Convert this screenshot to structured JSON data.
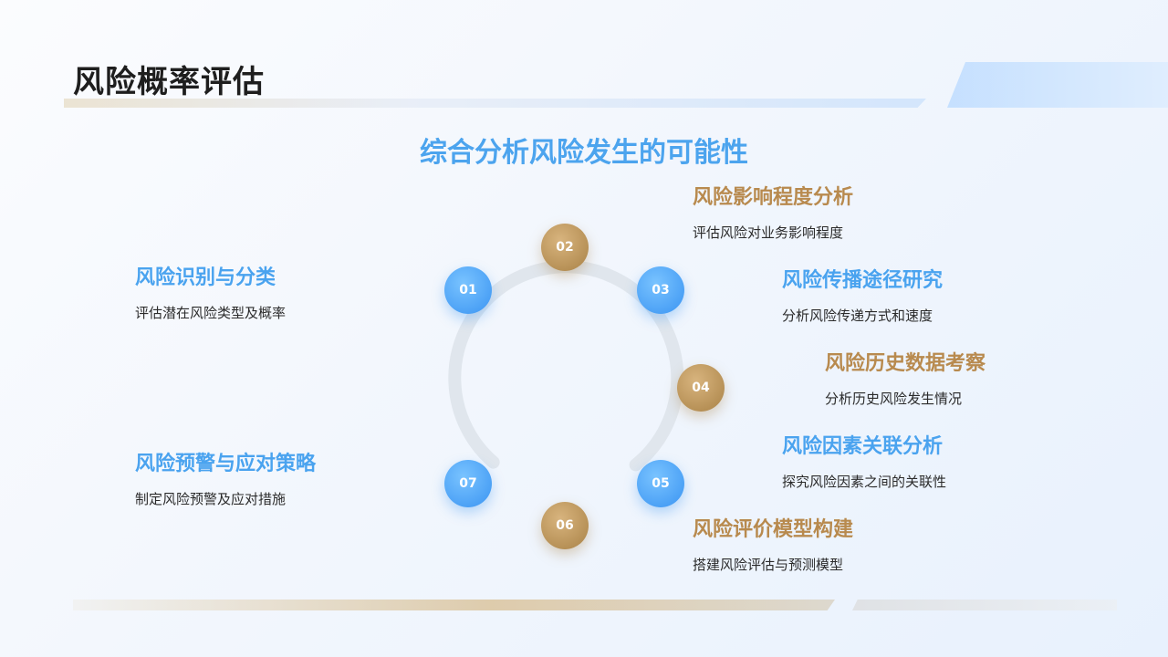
{
  "slide": {
    "title": "风险概率评估",
    "subtitle": "综合分析风险发生的可能性"
  },
  "nodes": [
    {
      "number": "01",
      "color": "blue"
    },
    {
      "number": "02",
      "color": "gold"
    },
    {
      "number": "03",
      "color": "blue"
    },
    {
      "number": "04",
      "color": "gold"
    },
    {
      "number": "05",
      "color": "blue"
    },
    {
      "number": "06",
      "color": "gold"
    },
    {
      "number": "07",
      "color": "blue"
    }
  ],
  "items": [
    {
      "title": "风险识别与分类",
      "desc": "评估潜在风险类型及概率",
      "color": "blue"
    },
    {
      "title": "风险影响程度分析",
      "desc": "评估风险对业务影响程度",
      "color": "gold"
    },
    {
      "title": "风险传播途径研究",
      "desc": "分析风险传递方式和速度",
      "color": "blue"
    },
    {
      "title": "风险历史数据考察",
      "desc": "分析历史风险发生情况",
      "color": "gold"
    },
    {
      "title": "风险因素关联分析",
      "desc": "探究风险因素之间的关联性",
      "color": "blue"
    },
    {
      "title": "风险评价模型构建",
      "desc": "搭建风险评估与预测模型",
      "color": "gold"
    },
    {
      "title": "风险预警与应对策略",
      "desc": "制定风险预警及应对措施",
      "color": "blue"
    }
  ],
  "colors": {
    "blue": "#4aa3ef",
    "gold": "#b88a4e",
    "ring": "#dde3ea"
  }
}
